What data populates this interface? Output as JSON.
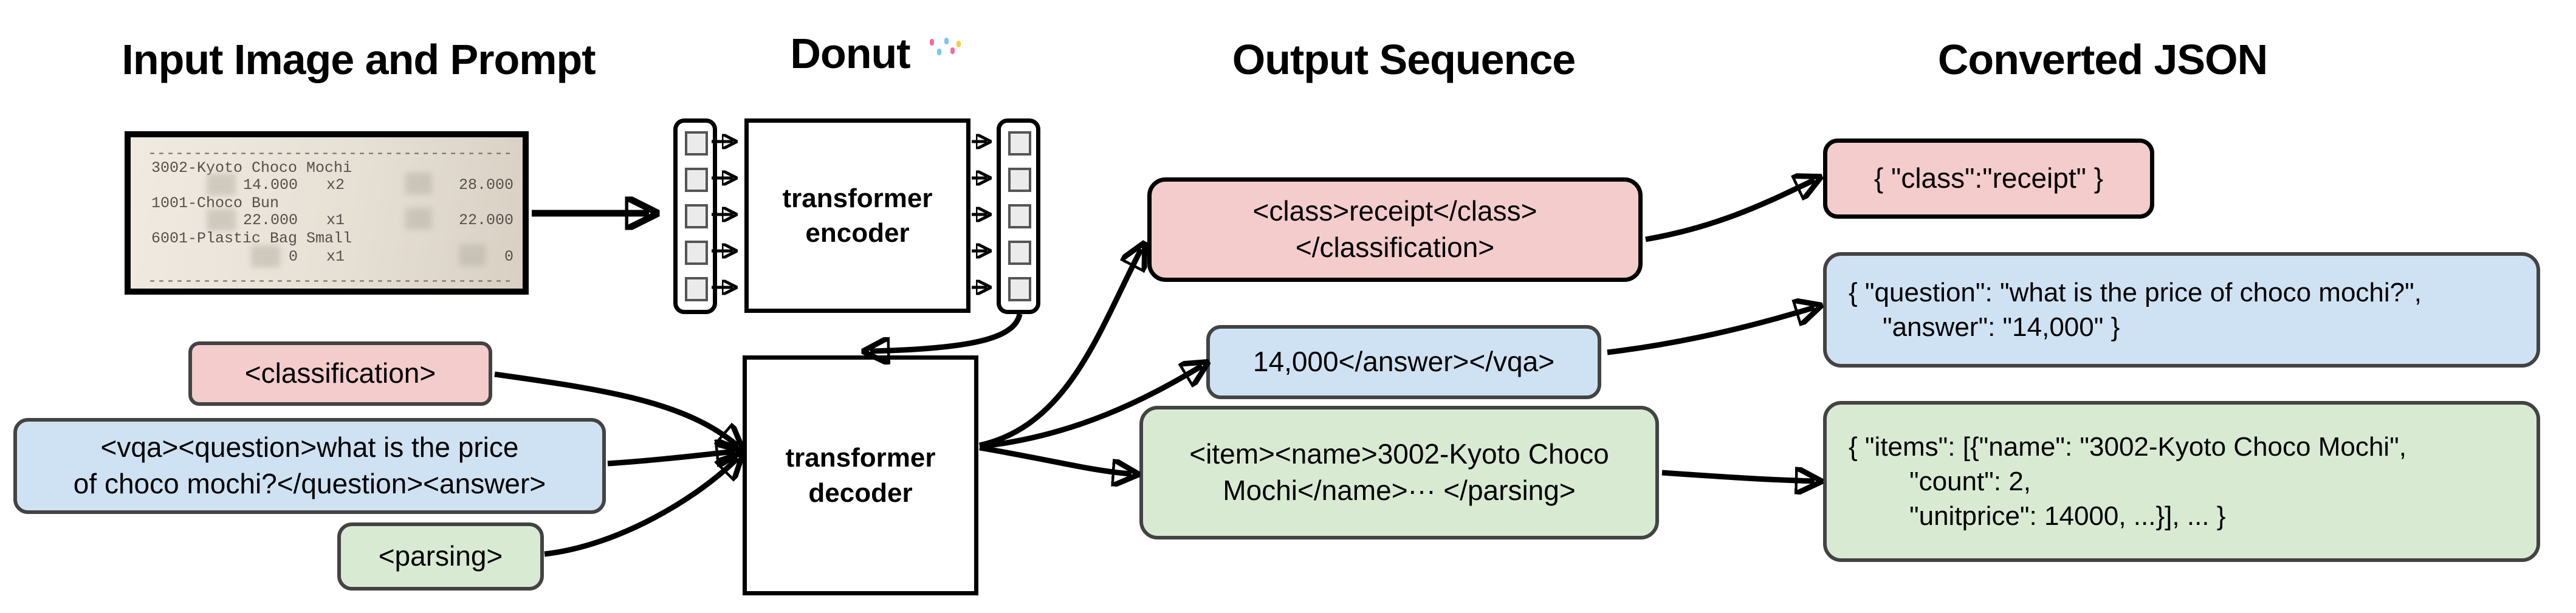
{
  "titles": {
    "input": "Input Image and Prompt",
    "model": "Donut",
    "model_icon": "🍩",
    "output": "Output Sequence",
    "json": "Converted JSON"
  },
  "receipt": {
    "separator_top": "----------------------------------------",
    "separator_bottom": "----------------------------------------",
    "rows": [
      {
        "name": "3002-Kyoto Choco Mochi"
      },
      {
        "unit": "14.000",
        "qty": "x2",
        "total": "28.000"
      },
      {
        "name": "1001-Choco Bun"
      },
      {
        "unit": "22.000",
        "qty": "x1",
        "total": "22.000"
      },
      {
        "name": "6001-Plastic Bag Small"
      },
      {
        "unit": "0",
        "qty": "x1",
        "total": "0"
      }
    ]
  },
  "model": {
    "encoder_line1": "transformer",
    "encoder_line2": "encoder",
    "decoder_line1": "transformer",
    "decoder_line2": "decoder"
  },
  "prompts": {
    "classification": {
      "text": "<classification>"
    },
    "vqa": {
      "line1": "<vqa><question>what is the price",
      "line2": "of choco mochi?</question><answer>"
    },
    "parsing": {
      "text": "<parsing>"
    }
  },
  "outputs": {
    "classification": {
      "line1": "<class>receipt</class>",
      "line2": "</classification>"
    },
    "vqa": {
      "line1": "14,000</answer></vqa>"
    },
    "parsing": {
      "line1": "<item><name>3002-Kyoto Choco",
      "line2": "Mochi</name>··· </parsing>"
    }
  },
  "converted_json": {
    "classification": {
      "line1": "{ \"class\":\"receipt\" }"
    },
    "vqa": {
      "line1": "{ \"question\": \"what is the price of choco mochi?\",",
      "line2": "\"answer\": \"14,000\" }"
    },
    "parsing": {
      "line1": "{ \"items\": [{\"name\": \"3002-Kyoto Choco Mochi\",",
      "line2": "\"count\": 2,",
      "line3": "\"unitprice\": 14000, ...}], ... }"
    }
  },
  "colors": {
    "classification_fill": "#f4cccc",
    "vqa_fill": "#cfe2f3",
    "parsing_fill": "#d9ead3",
    "box_border_gray": "#434343",
    "box_border_black": "#000000",
    "arrow": "#000000"
  }
}
